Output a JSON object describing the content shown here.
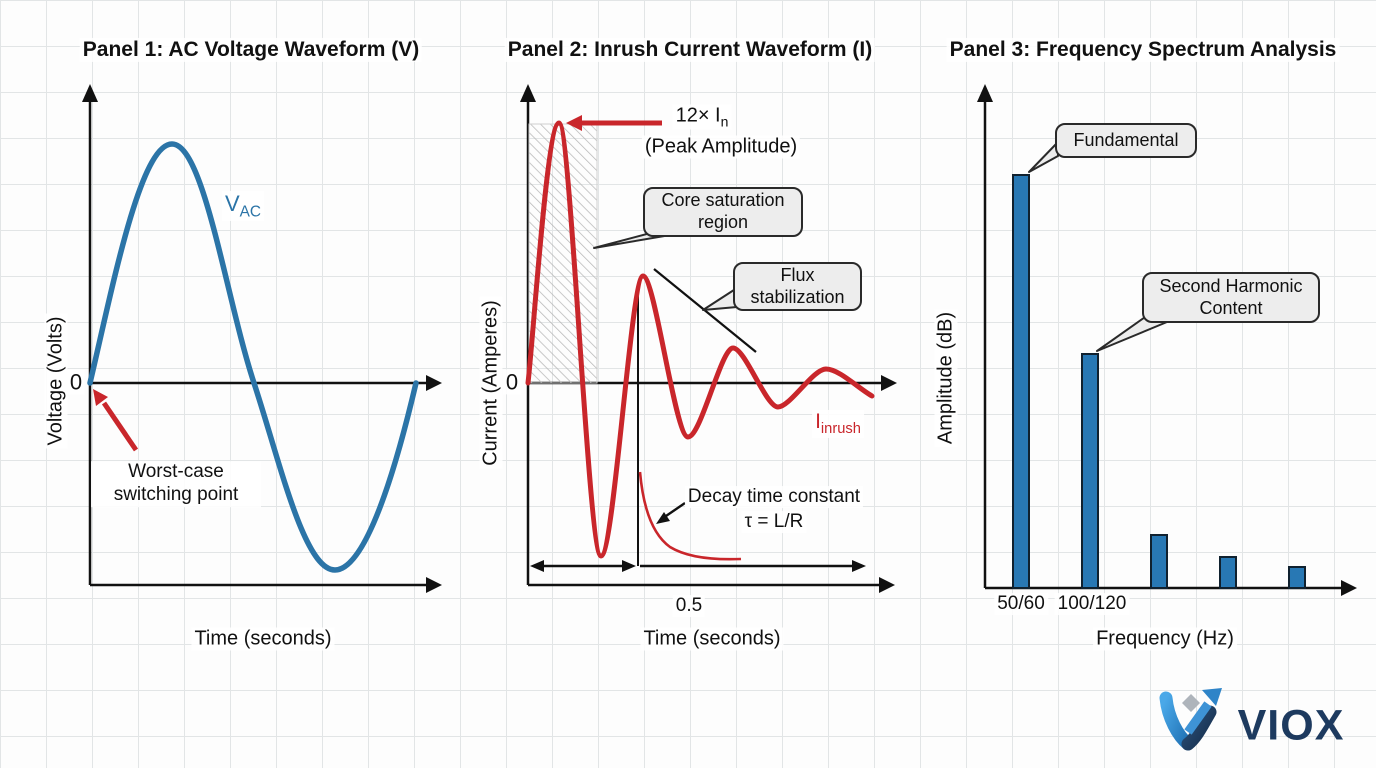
{
  "colors": {
    "curve_blue": "#2b74a7",
    "curve_red": "#c9262b",
    "bar_fill": "#2878b4",
    "callout_fill": "#ededed",
    "logo_navy": "#1d3a5f"
  },
  "panel1": {
    "title": "Panel 1: AC Voltage Waveform (V)",
    "y_axis_label": "Voltage (Volts)",
    "x_axis_label": "Time (seconds)",
    "zero_label": "0",
    "curve_label": {
      "base": "V",
      "sub": "AC"
    },
    "annotation_switching": "Worst-case switching point"
  },
  "panel2": {
    "title": "Panel 2: Inrush Current Waveform (I)",
    "y_axis_label": "Current (Amperes)",
    "x_axis_label": "Time (seconds)",
    "zero_label": "0",
    "peak_label": {
      "prefix": "12× I",
      "sub": "n",
      "line2": "(Peak Amplitude)"
    },
    "callout_core": "Core saturation region",
    "callout_flux": "Flux stabilization",
    "curve_label": {
      "base": "I",
      "sub": "inrush"
    },
    "decay_line1": "Decay time constant",
    "decay_line2": "τ = L/R",
    "x_tick": "0.5"
  },
  "panel3": {
    "title": "Panel 3: Frequency Spectrum Analysis",
    "y_axis_label": "Amplitude (dB)",
    "x_axis_label": "Frequency (Hz)",
    "callout_fundamental": "Fundamental",
    "callout_second_harmonic": "Second Harmonic Content",
    "tick1": "50/60",
    "tick2": "100/120",
    "chart_data": {
      "type": "bar",
      "categories": [
        "50/60",
        "100/120",
        "",
        "",
        ""
      ],
      "values_normalized": [
        0.826,
        0.468,
        0.106,
        0.062,
        0.042
      ],
      "xlabel": "Frequency (Hz)",
      "ylabel": "Amplitude (dB)"
    }
  },
  "logo": {
    "text": "VIOX"
  }
}
